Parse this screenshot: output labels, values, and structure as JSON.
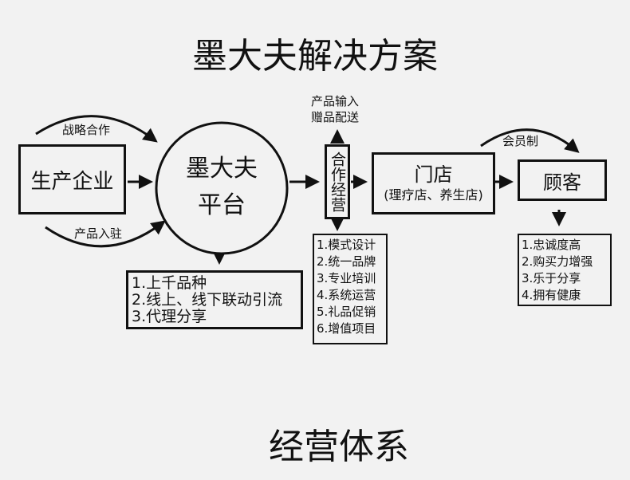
{
  "title": "墨大夫解决方案",
  "footer": "经营体系",
  "producer": "生产企业",
  "platform": {
    "line1": "墨大夫",
    "line2": "平台"
  },
  "arc_labels": {
    "top": "战略合作",
    "bottom": "产品入驻",
    "member": "会员制"
  },
  "platform_features": [
    "1.上千品种",
    "2.线上、线下联动引流",
    "3.代理分享"
  ],
  "cooperation": "合作经营",
  "cooperation_top": [
    "产品输入",
    "赠品配送"
  ],
  "cooperation_items": [
    "1.模式设计",
    "2.统一品牌",
    "3.专业培训",
    "4.系统运营",
    "5.礼品促销",
    "6.增值项目"
  ],
  "store": {
    "name": "门店",
    "sub": "(理疗店、养生店)"
  },
  "customer": "顾客",
  "customer_benefits": [
    "1.忠诚度高",
    "2.购买力增强",
    "3.乐于分享",
    "4.拥有健康"
  ]
}
